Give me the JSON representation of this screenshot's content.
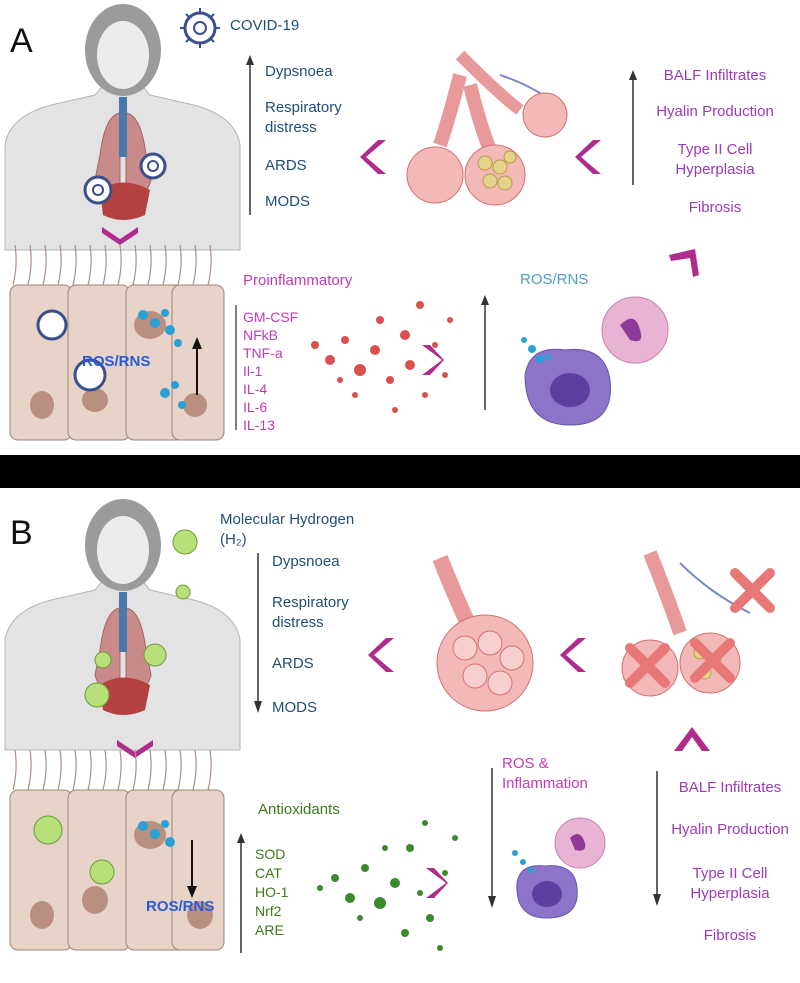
{
  "panelA": {
    "label": "A",
    "virus_label": "COVID-19",
    "symptoms": [
      "Dypsnoea",
      "Respiratory\ndistress",
      "ARDS",
      "MODS"
    ],
    "lung_findings": [
      "BALF Infiltrates",
      "Hyalin Production",
      "Type II Cell\nHyperplasia",
      "Fibrosis"
    ],
    "ros_label": "ROS/RNS",
    "cell_ros_label": "ROS/RNS",
    "cytokine_title": "Proinflammatory",
    "cytokines": [
      "GM-CSF",
      "NFkB",
      "TNF-a",
      "Il-1",
      "IL-4",
      "IL-6",
      "IL-13"
    ]
  },
  "panelB": {
    "label": "B",
    "agent_label": "Molecular Hydrogen\n(H₂)",
    "symptoms": [
      "Dypsnoea",
      "Respiratory\ndistress",
      "ARDS",
      "MODS"
    ],
    "inflammation_label": "ROS &\nInflammation",
    "lung_findings": [
      "BALF Infiltrates",
      "Hyalin Production",
      "Type II Cell\nHyperplasia",
      "Fibrosis"
    ],
    "cell_ros_label": "ROS/RNS",
    "antioxidant_title": "Antioxidants",
    "antioxidants": [
      "SOD",
      "CAT",
      "HO-1",
      "Nrf2",
      "ARE"
    ]
  },
  "colors": {
    "symptom_text": "#1f4e79",
    "lung_text": "#9b3bb8",
    "cytokine_text": "#c23bb8",
    "antioxidant_text": "#3d7a1c",
    "chevron": "#b02c8c",
    "divider": "#000000"
  }
}
